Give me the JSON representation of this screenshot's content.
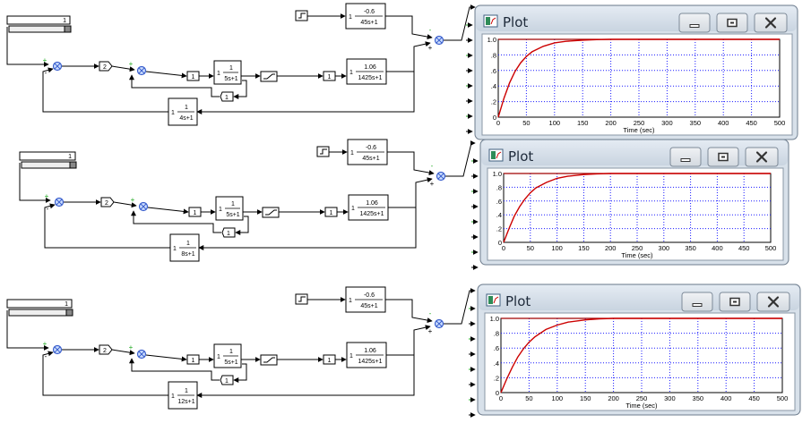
{
  "colors": {
    "window_frame": "#d8e1ea",
    "window_border": "#6e7d8e",
    "plot_curve": "#cc0000",
    "plot_border": "#a00000",
    "grid": "#1a1aff",
    "sum_block": "#3a5fcd",
    "sum_fill": "#cfe0ff",
    "port_green": "#22aa22"
  },
  "diagrams": [
    {
      "const_value": "1",
      "gain_value": "2",
      "step_icon": "step-icon",
      "disturbance_tf": {
        "gain": "1",
        "num": "-0.6",
        "den": "45s+1"
      },
      "inner_tf": {
        "gain": "1",
        "num": "1",
        "den": "5s+1"
      },
      "saturation_icon": "saturation-icon",
      "gain1_value": "1",
      "plant_tf": {
        "gain": "1",
        "num": "1.06",
        "den": "1425s+1"
      },
      "inner_feedback_value": "1",
      "outer_tf": {
        "gain": "1",
        "num": "1",
        "den": "4s+1"
      },
      "sum1_signs": [
        "+",
        "-"
      ],
      "sum2_signs": [
        "+",
        "-"
      ],
      "sum3_signs": [
        "-",
        "+"
      ]
    },
    {
      "const_value": "1",
      "gain_value": "2",
      "step_icon": "step-icon",
      "disturbance_tf": {
        "gain": "1",
        "num": "-0.6",
        "den": "45s+1"
      },
      "inner_tf": {
        "gain": "1",
        "num": "1",
        "den": "5s+1"
      },
      "saturation_icon": "saturation-icon",
      "gain1_value": "1",
      "plant_tf": {
        "gain": "1",
        "num": "1.06",
        "den": "1425s+1"
      },
      "inner_feedback_value": "1",
      "outer_tf": {
        "gain": "1",
        "num": "1",
        "den": "8s+1"
      },
      "sum1_signs": [
        "+",
        "-"
      ],
      "sum2_signs": [
        "+",
        "-"
      ],
      "sum3_signs": [
        "-",
        "+"
      ]
    },
    {
      "const_value": "1",
      "gain_value": "2",
      "step_icon": "step-icon",
      "disturbance_tf": {
        "gain": "1",
        "num": "-0.6",
        "den": "45s+1"
      },
      "inner_tf": {
        "gain": "1",
        "num": "1",
        "den": "5s+1"
      },
      "saturation_icon": "saturation-icon",
      "gain1_value": "1",
      "plant_tf": {
        "gain": "1",
        "num": "1.06",
        "den": "1425s+1"
      },
      "inner_feedback_value": "1",
      "outer_tf": {
        "gain": "1",
        "num": "1",
        "den": "12s+1"
      },
      "sum1_signs": [
        "+",
        "-"
      ],
      "sum2_signs": [
        "+",
        "-"
      ],
      "sum3_signs": [
        "-",
        "+"
      ]
    }
  ],
  "plots": [
    {
      "title": "Plot",
      "app_icon": "plot-window-icon",
      "buttons": {
        "minimize": "minimize-icon",
        "restore": "restore-icon",
        "close": "close-icon"
      },
      "chart_data": {
        "type": "line",
        "xlabel": "Time (sec)",
        "ylabel": "",
        "xlim": [
          0,
          500
        ],
        "ylim": [
          0,
          1.0
        ],
        "x_ticks": [
          "0",
          "50",
          "100",
          "150",
          "200",
          "250",
          "300",
          "350",
          "400",
          "450",
          "500"
        ],
        "y_ticks": [
          "0",
          ".2",
          ".4",
          ".6",
          ".8",
          "1.0"
        ],
        "grid": true,
        "series": [
          {
            "x": [
              0,
              10,
              20,
              30,
              40,
              50,
              60,
              80,
              100,
              120,
              150,
              175,
              200,
              250,
              300,
              400,
              500
            ],
            "values": [
              0,
              0.24,
              0.44,
              0.59,
              0.7,
              0.78,
              0.84,
              0.91,
              0.955,
              0.975,
              0.99,
              0.997,
              1.0,
              1.0,
              1.0,
              1.0,
              1.0
            ]
          }
        ]
      }
    },
    {
      "title": "Plot",
      "app_icon": "plot-window-icon",
      "buttons": {
        "minimize": "minimize-icon",
        "restore": "restore-icon",
        "close": "close-icon"
      },
      "chart_data": {
        "type": "line",
        "xlabel": "Time (sec)",
        "ylabel": "",
        "xlim": [
          0,
          500
        ],
        "ylim": [
          0,
          1.0
        ],
        "x_ticks": [
          "0",
          "50",
          "100",
          "150",
          "200",
          "250",
          "300",
          "350",
          "400",
          "450",
          "500"
        ],
        "y_ticks": [
          "0",
          ".2",
          ".4",
          ".6",
          ".8",
          "1.0"
        ],
        "grid": true,
        "series": [
          {
            "x": [
              0,
              10,
              20,
              30,
              40,
              50,
              60,
              80,
              100,
              120,
              150,
              175,
              200,
              250,
              300,
              400,
              500
            ],
            "values": [
              0,
              0.2,
              0.38,
              0.52,
              0.63,
              0.72,
              0.79,
              0.87,
              0.93,
              0.96,
              0.985,
              0.995,
              1.0,
              1.0,
              1.0,
              1.0,
              1.0
            ]
          }
        ]
      }
    },
    {
      "title": "Plot",
      "app_icon": "plot-window-icon",
      "buttons": {
        "minimize": "minimize-icon",
        "restore": "restore-icon",
        "close": "close-icon"
      },
      "chart_data": {
        "type": "line",
        "xlabel": "Time (sec)",
        "ylabel": "",
        "xlim": [
          0,
          500
        ],
        "ylim": [
          0,
          1.0
        ],
        "x_ticks": [
          "0",
          "50",
          "100",
          "150",
          "200",
          "250",
          "300",
          "350",
          "400",
          "450",
          "500"
        ],
        "y_ticks": [
          "0",
          ".2",
          ".4",
          ".6",
          ".8",
          "1.0"
        ],
        "grid": true,
        "series": [
          {
            "x": [
              0,
              10,
              20,
              30,
              40,
              50,
              60,
              80,
              100,
              120,
              150,
              175,
              200,
              250,
              300,
              400,
              500
            ],
            "values": [
              0,
              0.18,
              0.34,
              0.48,
              0.59,
              0.68,
              0.75,
              0.85,
              0.91,
              0.95,
              0.98,
              0.993,
              1.0,
              1.0,
              1.0,
              1.0,
              1.0
            ]
          }
        ]
      }
    }
  ]
}
